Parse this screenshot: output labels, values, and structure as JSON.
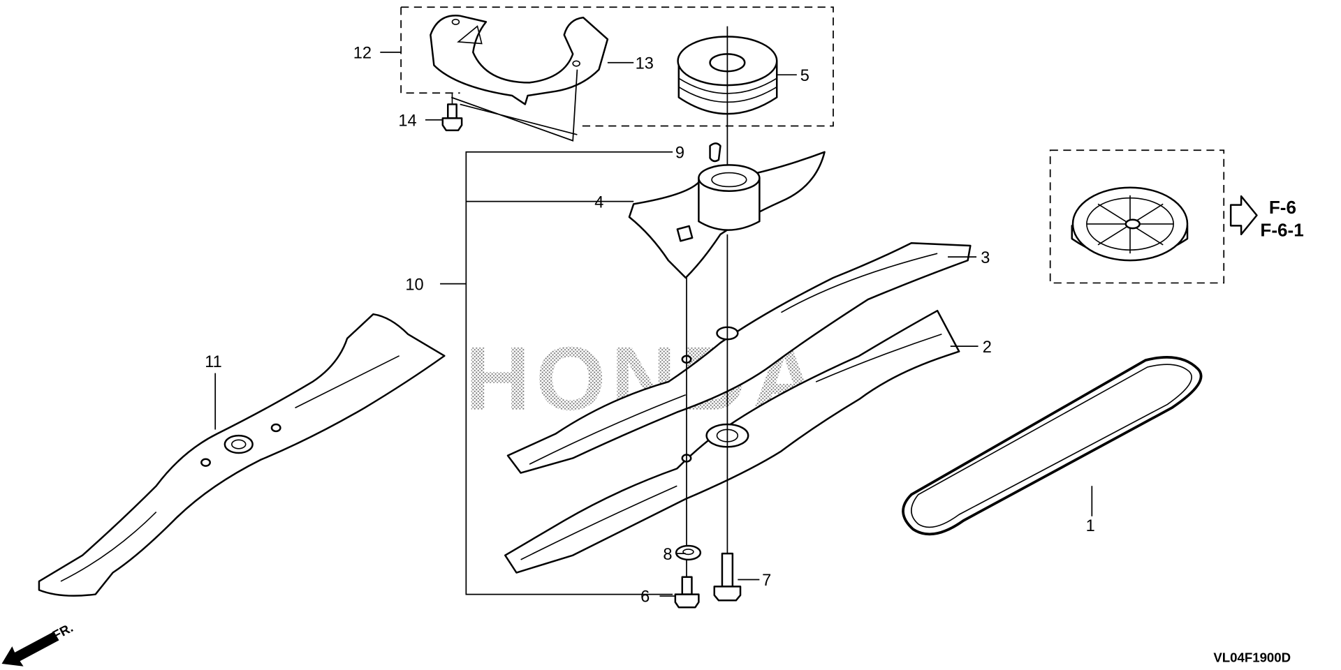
{
  "diagram": {
    "watermark": "HONDA",
    "drawing_code": "VL04F1900D",
    "front_indicator": "FR.",
    "references": [
      "F-6",
      "F-6-1"
    ],
    "callouts": {
      "c1": "1",
      "c2": "2",
      "c3": "3",
      "c4": "4",
      "c5": "5",
      "c6": "6",
      "c7": "7",
      "c8": "8",
      "c9": "9",
      "c10": "10",
      "c11": "11",
      "c12": "12",
      "c13": "13",
      "c14": "14"
    }
  }
}
